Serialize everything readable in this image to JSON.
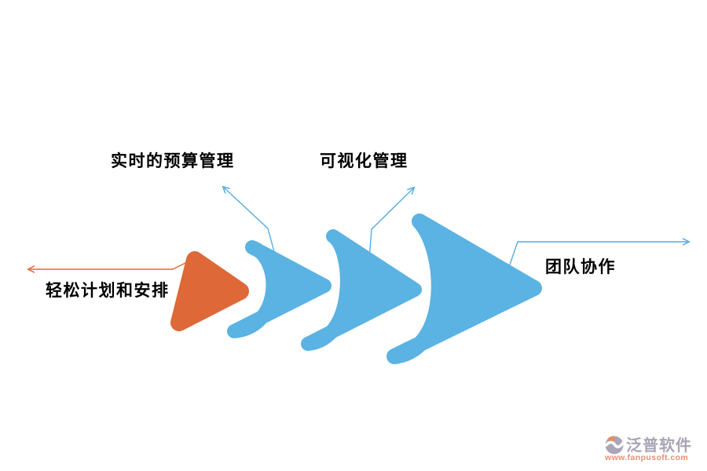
{
  "diagram": {
    "type": "process-arrow-sequence",
    "direction": "left-to-right",
    "steps": [
      {
        "label": "轻松计划和安排",
        "shape": "triangle",
        "color": "#DE6838"
      },
      {
        "label": "实时的预算管理",
        "shape": "chevron-small",
        "color": "#5AB3E2"
      },
      {
        "label": "可视化管理",
        "shape": "chevron-medium",
        "color": "#5AB3E2"
      },
      {
        "label": "团队协作",
        "shape": "chevron-large",
        "color": "#5AB3E2"
      }
    ],
    "connector_colors": {
      "blue": "#55ACE0",
      "orange": "#DF6A3C"
    },
    "label_text_color": "#000000",
    "background_color": "#FFFFFF"
  },
  "watermark": {
    "brand": "泛普软件",
    "url": "www.fanpusoft.com",
    "brand_color": "#A9A4B5",
    "url_color": "#EB8E6E",
    "logo_accent_color": "#E58B62"
  }
}
